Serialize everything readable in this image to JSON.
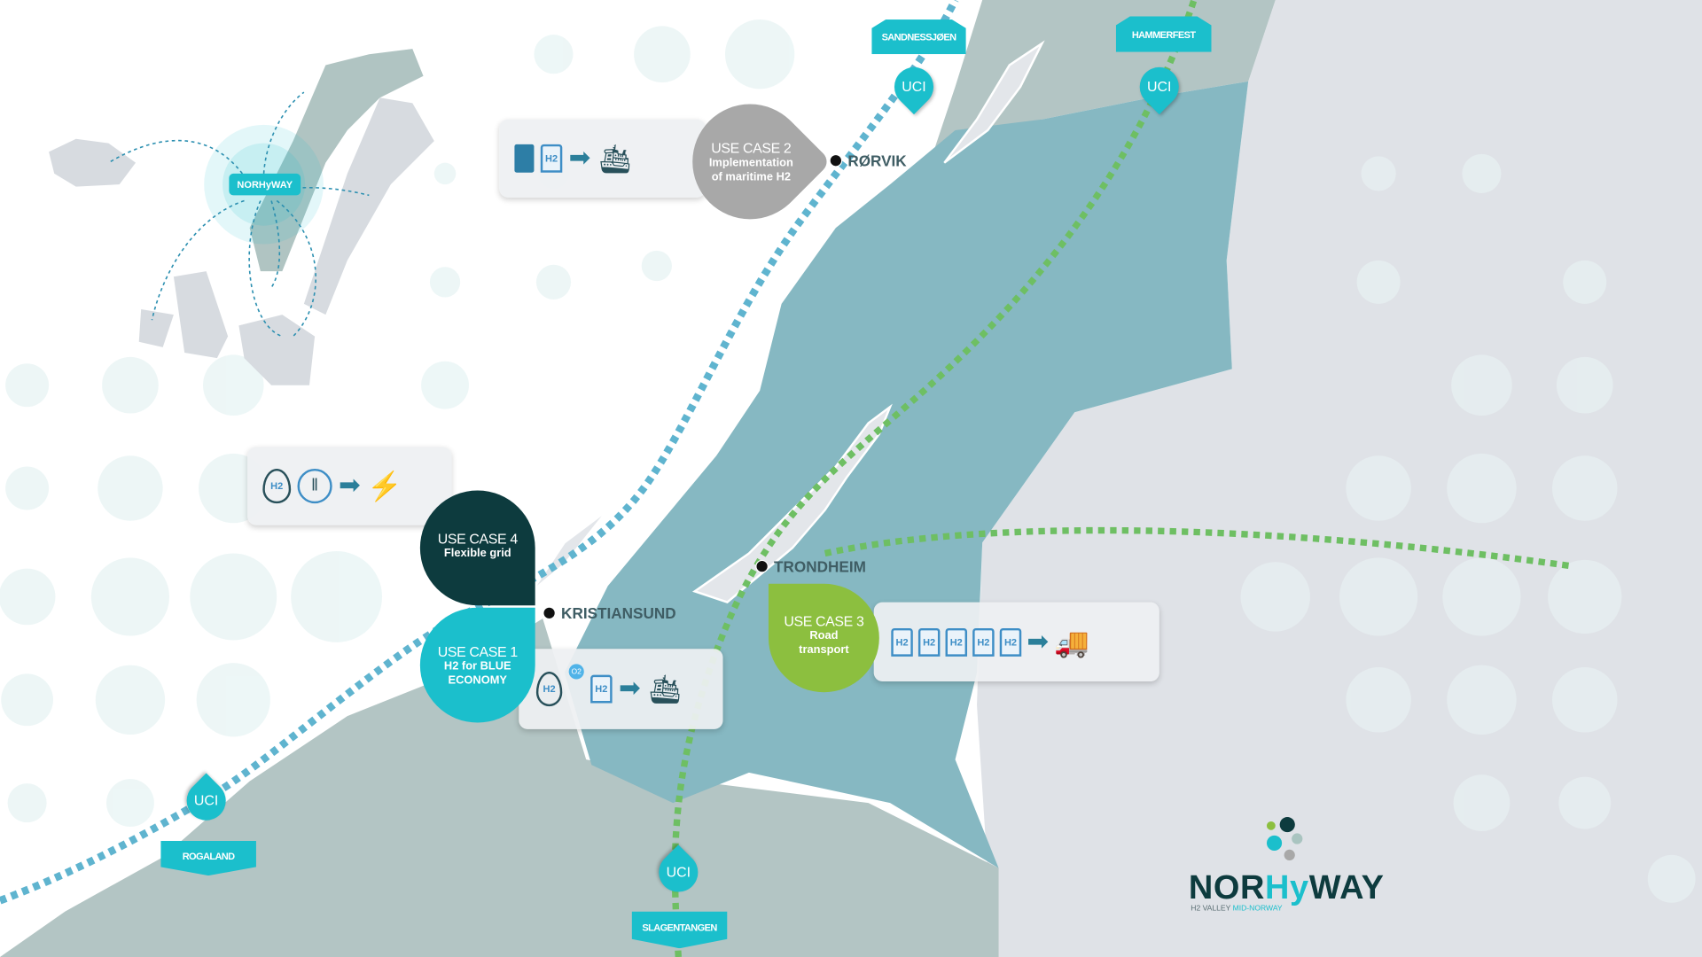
{
  "use_cases": [
    {
      "id": "uc2",
      "title": "USE CASE 2",
      "subtitle_lines": [
        "Implementation",
        "of maritime H2"
      ],
      "color": "#a8a8a8",
      "icons": [
        "electrolyser-icon",
        "h2-pump-icon",
        "arrow-right-icon",
        "ship-icon"
      ]
    },
    {
      "id": "uc4",
      "title": "USE CASE 4",
      "subtitle_lines": [
        "Flexible grid"
      ],
      "color": "#0d3b3e",
      "icons": [
        "h2-drop-icon",
        "electrolyser-icon",
        "arrow-right-icon",
        "power-pylon-icon"
      ]
    },
    {
      "id": "uc1",
      "title": "USE CASE 1",
      "subtitle_lines": [
        "H2 for BLUE",
        "ECONOMY"
      ],
      "color": "#1bbfcc",
      "icons": [
        "h2-drop-icon",
        "o2-bubble-icon",
        "h2-pump-icon",
        "arrow-right-icon",
        "ship-icon"
      ]
    },
    {
      "id": "uc3",
      "title": "USE CASE 3",
      "subtitle_lines": [
        "Road",
        "transport"
      ],
      "color": "#8cbf3f",
      "icons": [
        "h2-pump-icon",
        "h2-pump-icon",
        "h2-pump-icon",
        "h2-pump-icon",
        "h2-pump-icon",
        "arrow-right-icon",
        "truck-icon"
      ]
    }
  ],
  "cities": {
    "rorvik": "RØRVIK",
    "trondheim": "TRONDHEIM",
    "kristiansund": "KRISTIANSUND"
  },
  "uci_sites": [
    {
      "pin": "UCI",
      "label": "SANDNESSJØEN"
    },
    {
      "pin": "UCI",
      "label": "HAMMERFEST"
    },
    {
      "pin": "UCI",
      "label": "ROGALAND"
    },
    {
      "pin": "UCI",
      "label": "SLAGENTANGEN"
    }
  ],
  "icon_text": {
    "h2": "H2",
    "o2": "O2"
  },
  "inset": {
    "tag": "NORHyWAY"
  },
  "logo": {
    "brand_a": "NOR",
    "brand_b": "Hy",
    "brand_c": "WAY",
    "tag_a": "H2 VALLEY ",
    "tag_b": "MID-NORWAY"
  },
  "colors": {
    "teal": "#1bbfcc",
    "dark": "#0d3b3e",
    "green": "#8cbf3f",
    "gray": "#a8a8a8",
    "region": "#86b8c2",
    "land": "#b6c6c5"
  }
}
